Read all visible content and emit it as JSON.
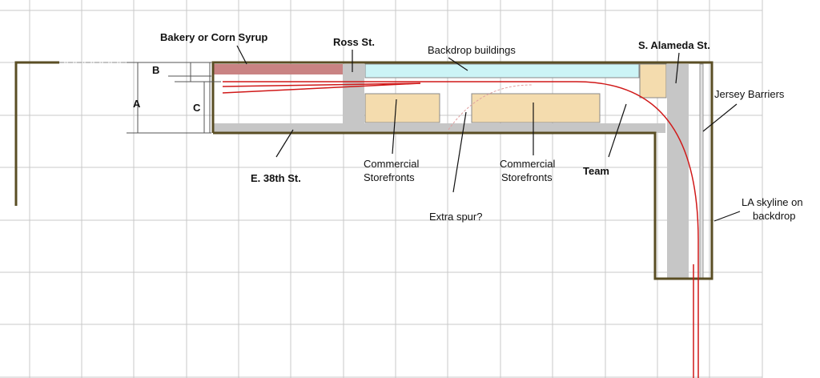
{
  "colors": {
    "grid": "#c8c8c8",
    "wall": "#5a4e24",
    "street": "#c6c6c6",
    "track": "#d01818",
    "backdrop": "#ccf4f6",
    "storefront": "#f4dcae",
    "industry": "#c98383",
    "leader": "#111111"
  },
  "labels": {
    "bakery": "Bakery or Corn Syrup",
    "ross": "Ross St.",
    "backdrop": "Backdrop buildings",
    "alameda": "S. Alameda St.",
    "jersey": "Jersey Barriers",
    "dim_a": "A",
    "dim_b": "B",
    "dim_c": "C",
    "e38": "E. 38th St.",
    "commercial1_line1": "Commercial",
    "commercial1_line2": "Storefronts",
    "commercial2_line1": "Commercial",
    "commercial2_line2": "Storefronts",
    "team": "Team",
    "spur": "Extra spur?",
    "skyline_line1": "LA skyline on",
    "skyline_line2": "backdrop"
  }
}
